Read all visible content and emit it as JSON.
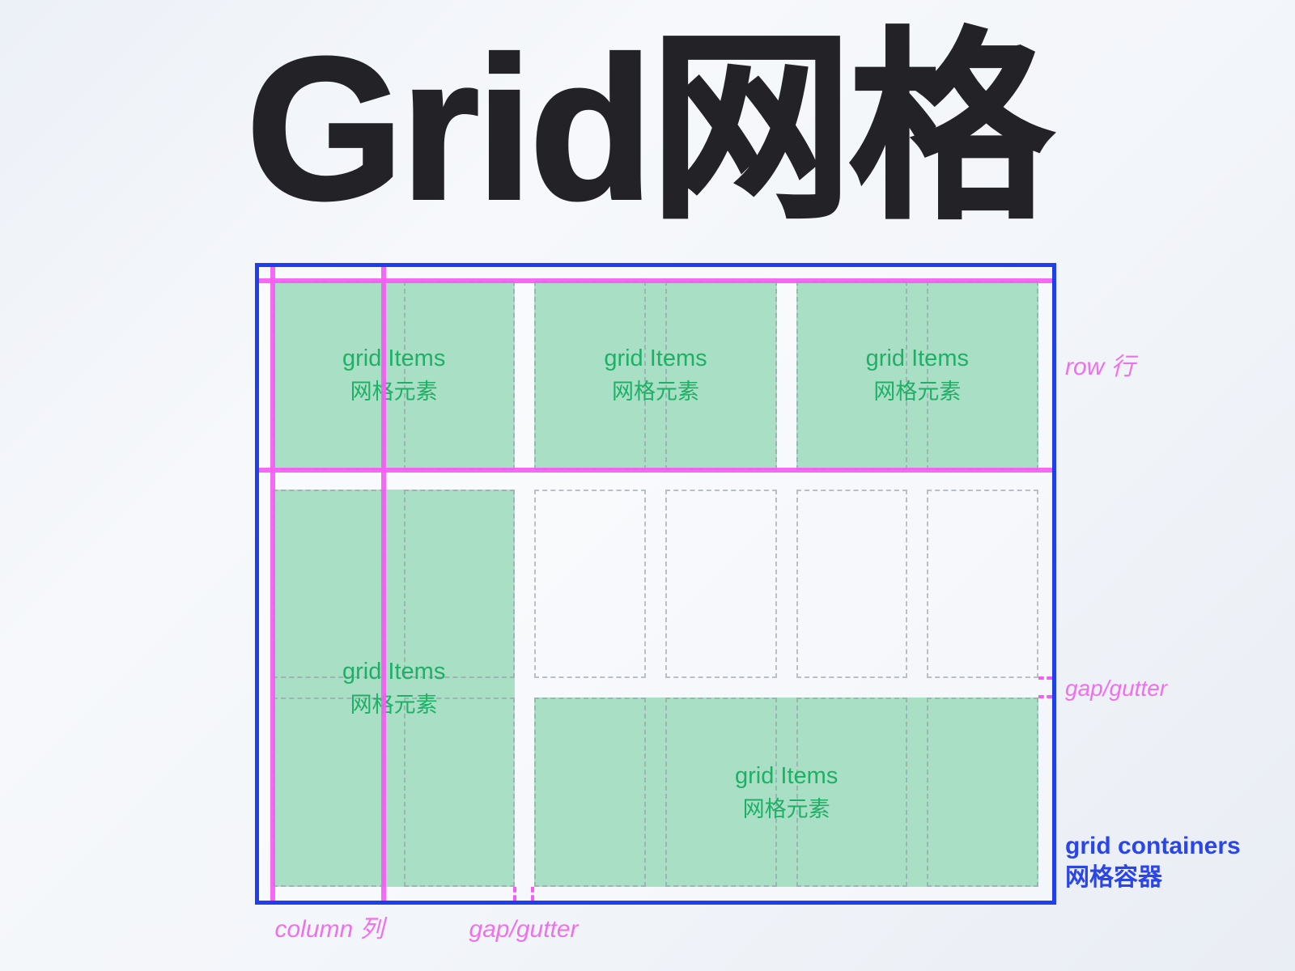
{
  "title": "Grid网格",
  "grid": {
    "columns": 6,
    "rows": 3
  },
  "items": [
    {
      "en": "grid Items",
      "zh": "网格元素"
    },
    {
      "en": "grid Items",
      "zh": "网格元素"
    },
    {
      "en": "grid Items",
      "zh": "网格元素"
    },
    {
      "en": "grid Items",
      "zh": "网格元素"
    },
    {
      "en": "grid Items",
      "zh": "网格元素"
    }
  ],
  "labels": {
    "row": "row 行",
    "gap_right": "gap/gutter",
    "gap_bottom": "gap/gutter",
    "column": "column 列",
    "container_line1": "grid containers",
    "container_line2": "网格容器"
  },
  "colors": {
    "blue_border": "#1f3fee",
    "blue_text": "#2b46e8",
    "pink_line": "#f55cf3",
    "pink_label": "#ee70ea",
    "green_fill": "#a9dfc4",
    "green_text": "#1fb068",
    "title_color": "#232327"
  }
}
